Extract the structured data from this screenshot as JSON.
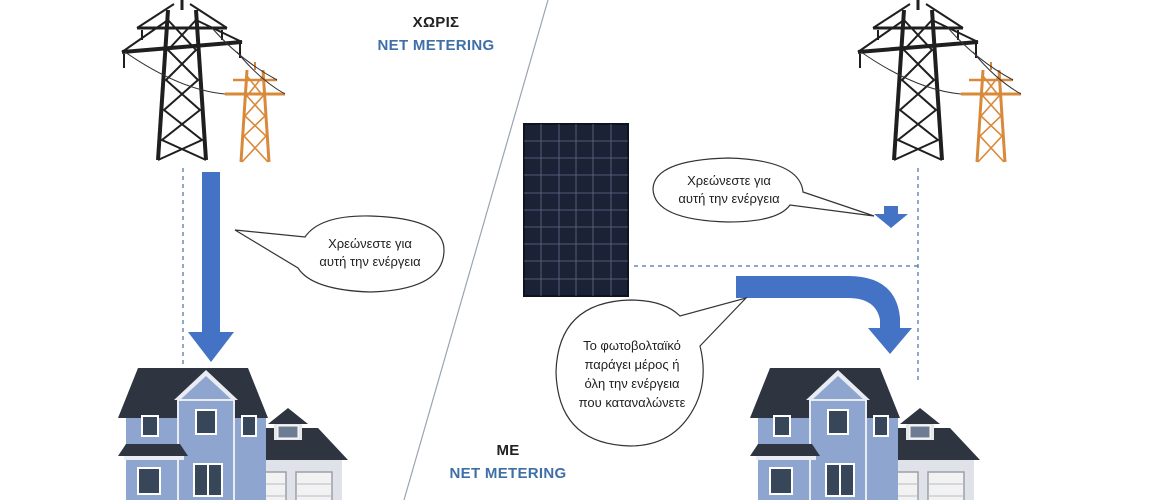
{
  "left_panel": {
    "title_line1": "ΧΩΡΙΣ",
    "title_line2": "NET METERING",
    "bubble": [
      "Χρεώνεστε για",
      "αυτή την ενέργεια"
    ]
  },
  "right_panel": {
    "title_line1": "ΜΕ",
    "title_line2": "NET METERING",
    "bubble_grid": [
      "Χρεώνεστε για",
      "αυτή την ενέργεια"
    ],
    "bubble_solar": [
      "Το φωτοβολταϊκό",
      "παράγει μέρος ή",
      "όλη την ενέργεια",
      "που καταναλώνετε"
    ]
  },
  "colors": {
    "arrow": "#4472c4",
    "title_blue": "#3f6fa8",
    "tower_dark": "#1f1f1f",
    "tower_orange": "#d9893a",
    "panel": "#1b2235",
    "roof": "#2e3440",
    "siding": "#8ea6cf"
  }
}
